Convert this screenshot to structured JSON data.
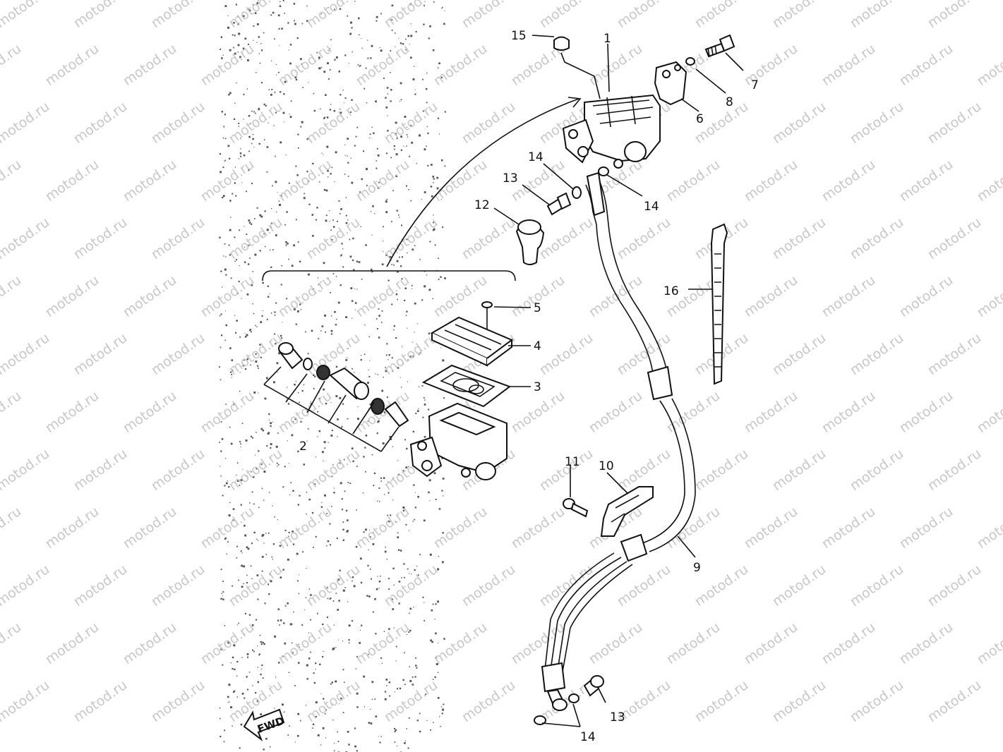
{
  "watermark": "motod.ru",
  "fwd_label": "FWD",
  "callouts": {
    "p1": "1",
    "p2": "2",
    "p3": "3",
    "p4": "4",
    "p5": "5",
    "p6": "6",
    "p7": "7",
    "p8": "8",
    "p9": "9",
    "p10": "10",
    "p11": "11",
    "p12": "12",
    "p13a": "13",
    "p13b": "13",
    "p14a": "14",
    "p14b": "14",
    "p14c": "14",
    "p15": "15",
    "p16": "16"
  },
  "colors": {
    "ink": "#111111",
    "watermark": "#c8c8c8",
    "background": "#ffffff"
  }
}
